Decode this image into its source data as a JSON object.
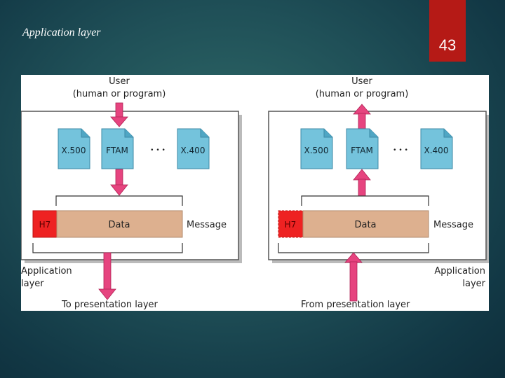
{
  "slide": {
    "title": "Application layer",
    "page_number": "43"
  },
  "colors": {
    "doc_fill": "#74c3dc",
    "arrow": "#e6447f",
    "data_fill": "#ddb08f",
    "header": "#ee2222",
    "tab": "#b51a16"
  },
  "sender": {
    "user_line1": "User",
    "user_line2": "(human or program)",
    "docs": [
      "X.500",
      "FTAM",
      "X.400"
    ],
    "ellipsis": "• • •",
    "header_label": "H7",
    "data_label": "Data",
    "message_label": "Message",
    "layer_line1": "Application",
    "layer_line2": "layer",
    "bottom_label": "To presentation layer"
  },
  "receiver": {
    "user_line1": "User",
    "user_line2": "(human or program)",
    "docs": [
      "X.500",
      "FTAM",
      "X.400"
    ],
    "ellipsis": "• • •",
    "header_label": "H7",
    "data_label": "Data",
    "message_label": "Message",
    "layer_line1": "Application",
    "layer_line2": "layer",
    "bottom_label": "From presentation layer"
  }
}
